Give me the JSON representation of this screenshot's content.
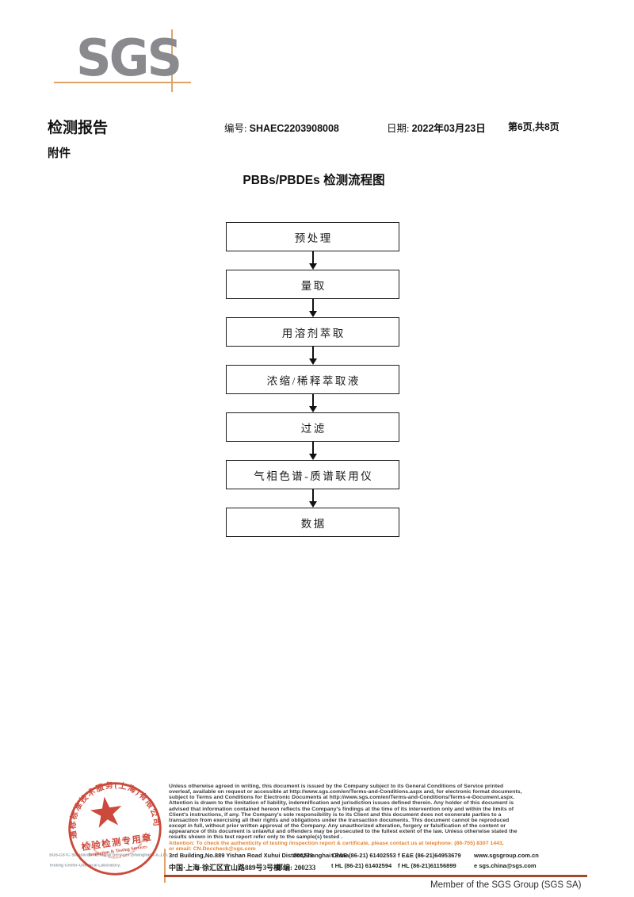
{
  "colors": {
    "accent_orange": "#dfa468",
    "attention_orange": "#e8822b",
    "footer_line_red": "#a34a2e",
    "stamp_red": "#c83a2b",
    "logo_gray": "#8a8a8e"
  },
  "logo": {
    "text": "SGS"
  },
  "header": {
    "title": "检测报告",
    "no_label": "编号:",
    "no_value": "SHAEC2203908008",
    "date_label": "日期:",
    "date_value": "2022年03月23日",
    "page_info": "第6页,共8页",
    "attachment": "附件"
  },
  "flowchart": {
    "title": "PBBs/PBDEs 检测流程图",
    "steps": [
      "预处理",
      "量取",
      "用溶剂萃取",
      "浓缩/稀释萃取液",
      "过滤",
      "气相色谱-质谱联用仪",
      "数据"
    ]
  },
  "stamp": {
    "ring_top": "通标标准技术服务(上海)有限公司",
    "ring_bottom": "SGS-CSTC Standards Technical Services(Shanghai)Co.,Ltd.",
    "line1": "检验检测专用章",
    "line2": "Inspection & Testing Services",
    "caption1": "SGS-CSTC Standards Technical Services (Shanghai) Co.,Ltd.",
    "caption2": "Testing Center-Chemical Laboratory."
  },
  "disclaimer": {
    "lines": [
      "Unless otherwise agreed in writing, this document is issued by the Company subject to its General Conditions of Service printed",
      "overleaf, available on request or accessible at http://www.sgs.com/en/Terms-and-Conditions.aspx and, for electronic format documents,",
      "subject to Terms and Conditions for Electronic Documents at http://www.sgs.com/en/Terms-and-Conditions/Terms-e-Document.aspx.",
      "Attention is drawn to the limitation of liability, indemnification and jurisdiction issues defined therein. Any holder of this document is",
      "advised that information contained hereon reflects the Company's findings at the time of its intervention only and within the limits of",
      "Client's instructions, if any. The Company's sole responsibility is to its Client and this document does not exonerate parties to a",
      "transaction from exercising all their rights and obligations under the transaction documents. This document cannot be reproduced",
      "except in full, without prior written approval of the Company. Any unauthorized alteration, forgery or falsification of the content or",
      "appearance of this document is unlawful and offenders may be prosecuted to the fullest extent of the law. Unless otherwise stated the",
      "results shown in this test report refer only to the sample(s) tested ."
    ],
    "attention1": "Attention: To check the authenticity of testing /inspection report & certificate, please contact us at telephone: (86-755) 8307 1443,",
    "attention2": "or email: CN.Doccheck@sgs.com"
  },
  "address": {
    "en_street": "3rd Building,No.889 Yishan Road Xuhui District,Shanghai China",
    "en_postal": "200233",
    "tel1": "t E&E (86-21) 61402553",
    "fax1": "f E&E (86-21)64953679",
    "web": "www.sgsgroup.com.cn",
    "cn_street": "中国·上海·徐汇区宜山路889号3号楼",
    "cn_postal": "邮编: 200233",
    "tel2": "t HL (86-21) 61402594",
    "fax2": "f HL (86-21)61156899",
    "email": "e  sgs.china@sgs.com"
  },
  "footer": {
    "member": "Member of the SGS Group (SGS SA)"
  }
}
